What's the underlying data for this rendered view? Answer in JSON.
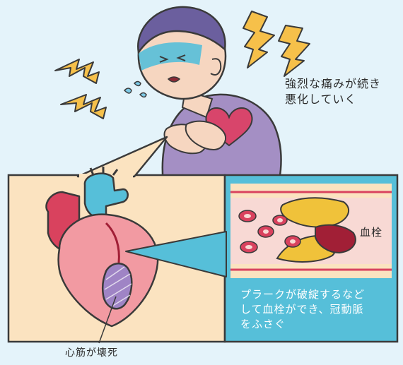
{
  "captions": {
    "pain": "強烈な痛みが続き\n悪化していく",
    "plaque": "プラークが破綻するなど\nして血栓ができ、冠動脈\nをふさぐ",
    "thrombus": "血栓",
    "necrosis": "心筋が壊死"
  },
  "colors": {
    "background": "#e4f3fa",
    "shirt": "#a48fc4",
    "skin": "#f6d6c0",
    "hair": "#6b5f9e",
    "heart_symbol": "#d8456b",
    "heart_panel": "#fbe3c0",
    "heart_body": "#f29aa2",
    "heart_dark": "#d9425e",
    "aorta": "#56bfd9",
    "necrosis": "#9f84c5",
    "artery_panel": "#56bfd9",
    "plaque": "#f0c23a",
    "clot": "#a11f36",
    "lightning": "#f6c04a"
  },
  "icons": [
    "lightning-bolt-icon",
    "sweat-drop-icon",
    "heart-icon"
  ]
}
